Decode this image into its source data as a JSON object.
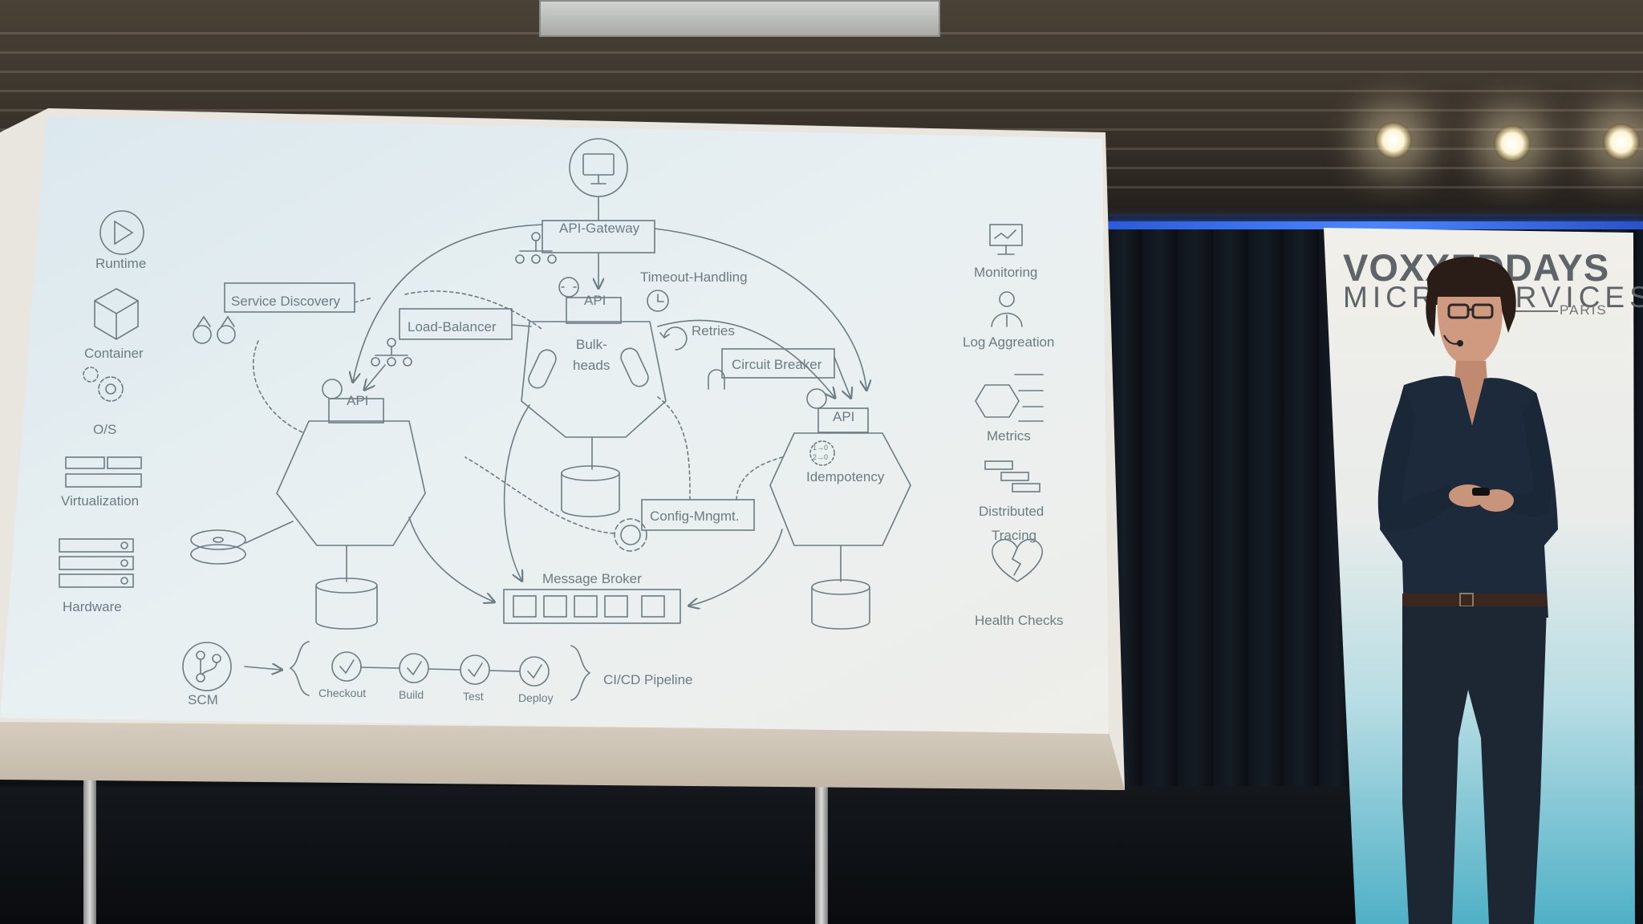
{
  "slide": {
    "left_column": [
      "Runtime",
      "Container",
      "O/S",
      "Virtualization",
      "Hardware"
    ],
    "right_column": [
      "Monitoring",
      "Log Aggreation",
      "Metrics",
      "Distributed",
      "Tracing",
      "Health Checks"
    ],
    "gateway": "API-Gateway",
    "api_labels": [
      "API",
      "API",
      "API"
    ],
    "service_discovery": "Service Discovery",
    "load_balancer": "Load-Balancer",
    "timeout_handling": "Timeout-Handling",
    "retries": "Retries",
    "circuit_breaker": "Circuit Breaker",
    "bulkheads": [
      "Bulk-",
      "heads"
    ],
    "idempotency": "Idempotency",
    "idempotency_icon": [
      "1→0",
      "2→0"
    ],
    "config": "Config-Mngmt.",
    "message_broker": "Message Broker",
    "scm": "SCM",
    "pipeline_steps": [
      "Checkout",
      "Build",
      "Test",
      "Deploy"
    ],
    "pipeline_label": "CI/CD Pipeline",
    "icon_names": [
      "play-icon",
      "cube-icon",
      "gears-icon",
      "server-icon",
      "rack-icon",
      "monitor-icon",
      "person-icon",
      "hexagon-icon",
      "timeline-icon",
      "broken-heart-icon",
      "binoculars-icon",
      "database-icon",
      "clock-icon",
      "refresh-icon",
      "magnet-icon",
      "gear-icon",
      "git-icon",
      "check-icon",
      "code-icon",
      "hierarchy-icon"
    ]
  },
  "banner": {
    "title": "VOXXEDDAYS",
    "subtitle": "MICROSERVICES",
    "city": "PARIS"
  },
  "colors": {
    "slide_bg": "#eaf1f3",
    "sketch": "#6b7c82",
    "ceiling": "#3a332b",
    "curtain": "#121820",
    "banner_teal": "#4fb0c6",
    "blue_light": "#3d6fef",
    "speaker_shirt": "#1c2a3c"
  }
}
